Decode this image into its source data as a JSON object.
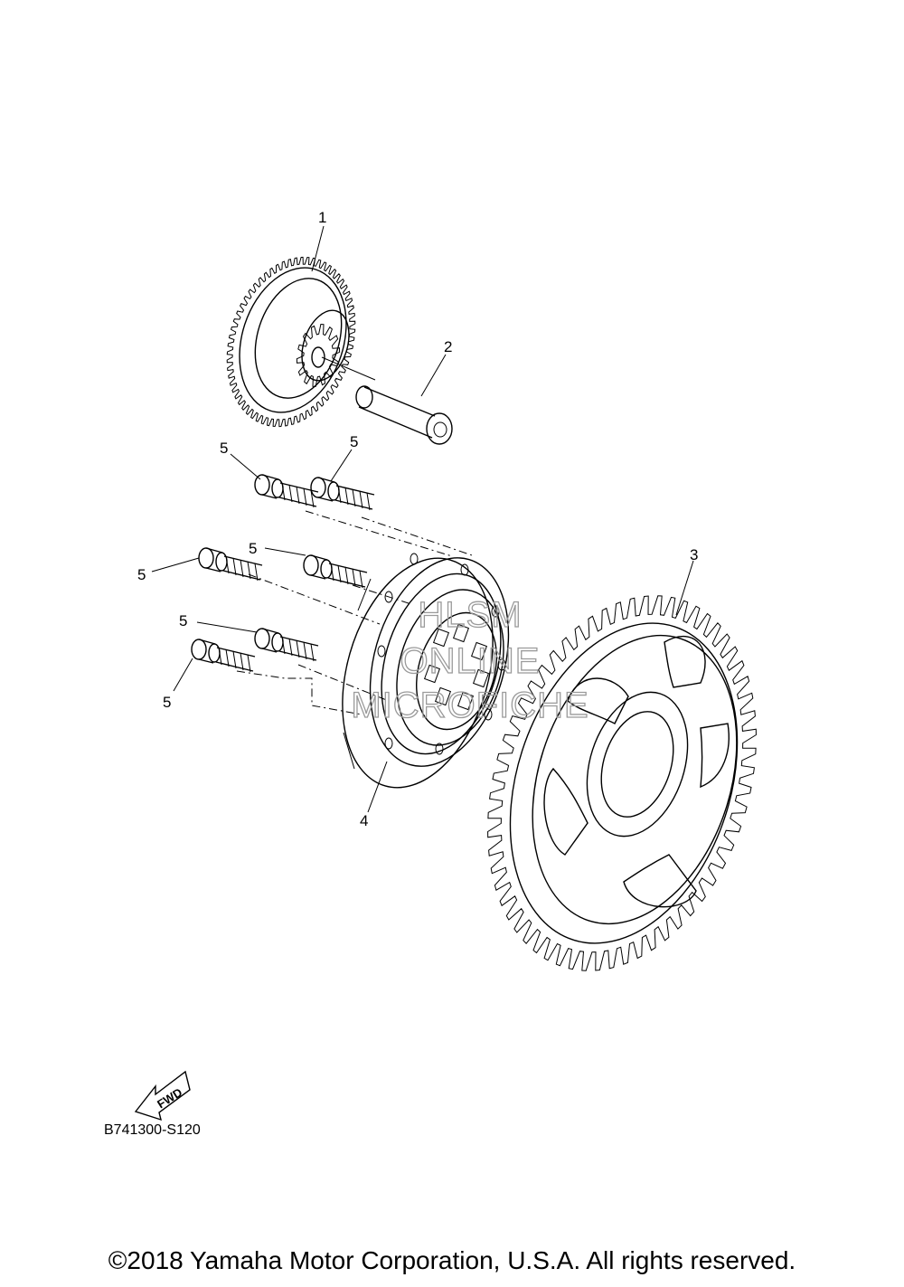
{
  "callouts": [
    {
      "id": "part-1",
      "text": "1"
    },
    {
      "id": "part-2",
      "text": "2"
    },
    {
      "id": "part-3",
      "text": "3"
    },
    {
      "id": "part-4",
      "text": "4"
    },
    {
      "id": "part-5",
      "text": "5"
    }
  ],
  "watermark": [
    "HLSM",
    "ONLINE",
    "MICROFICHE"
  ],
  "fwd_label": "FWD",
  "diagram_code": "B741300-S120",
  "copyright": "©2018 Yamaha Motor Corporation, U.S.A. All rights reserved."
}
